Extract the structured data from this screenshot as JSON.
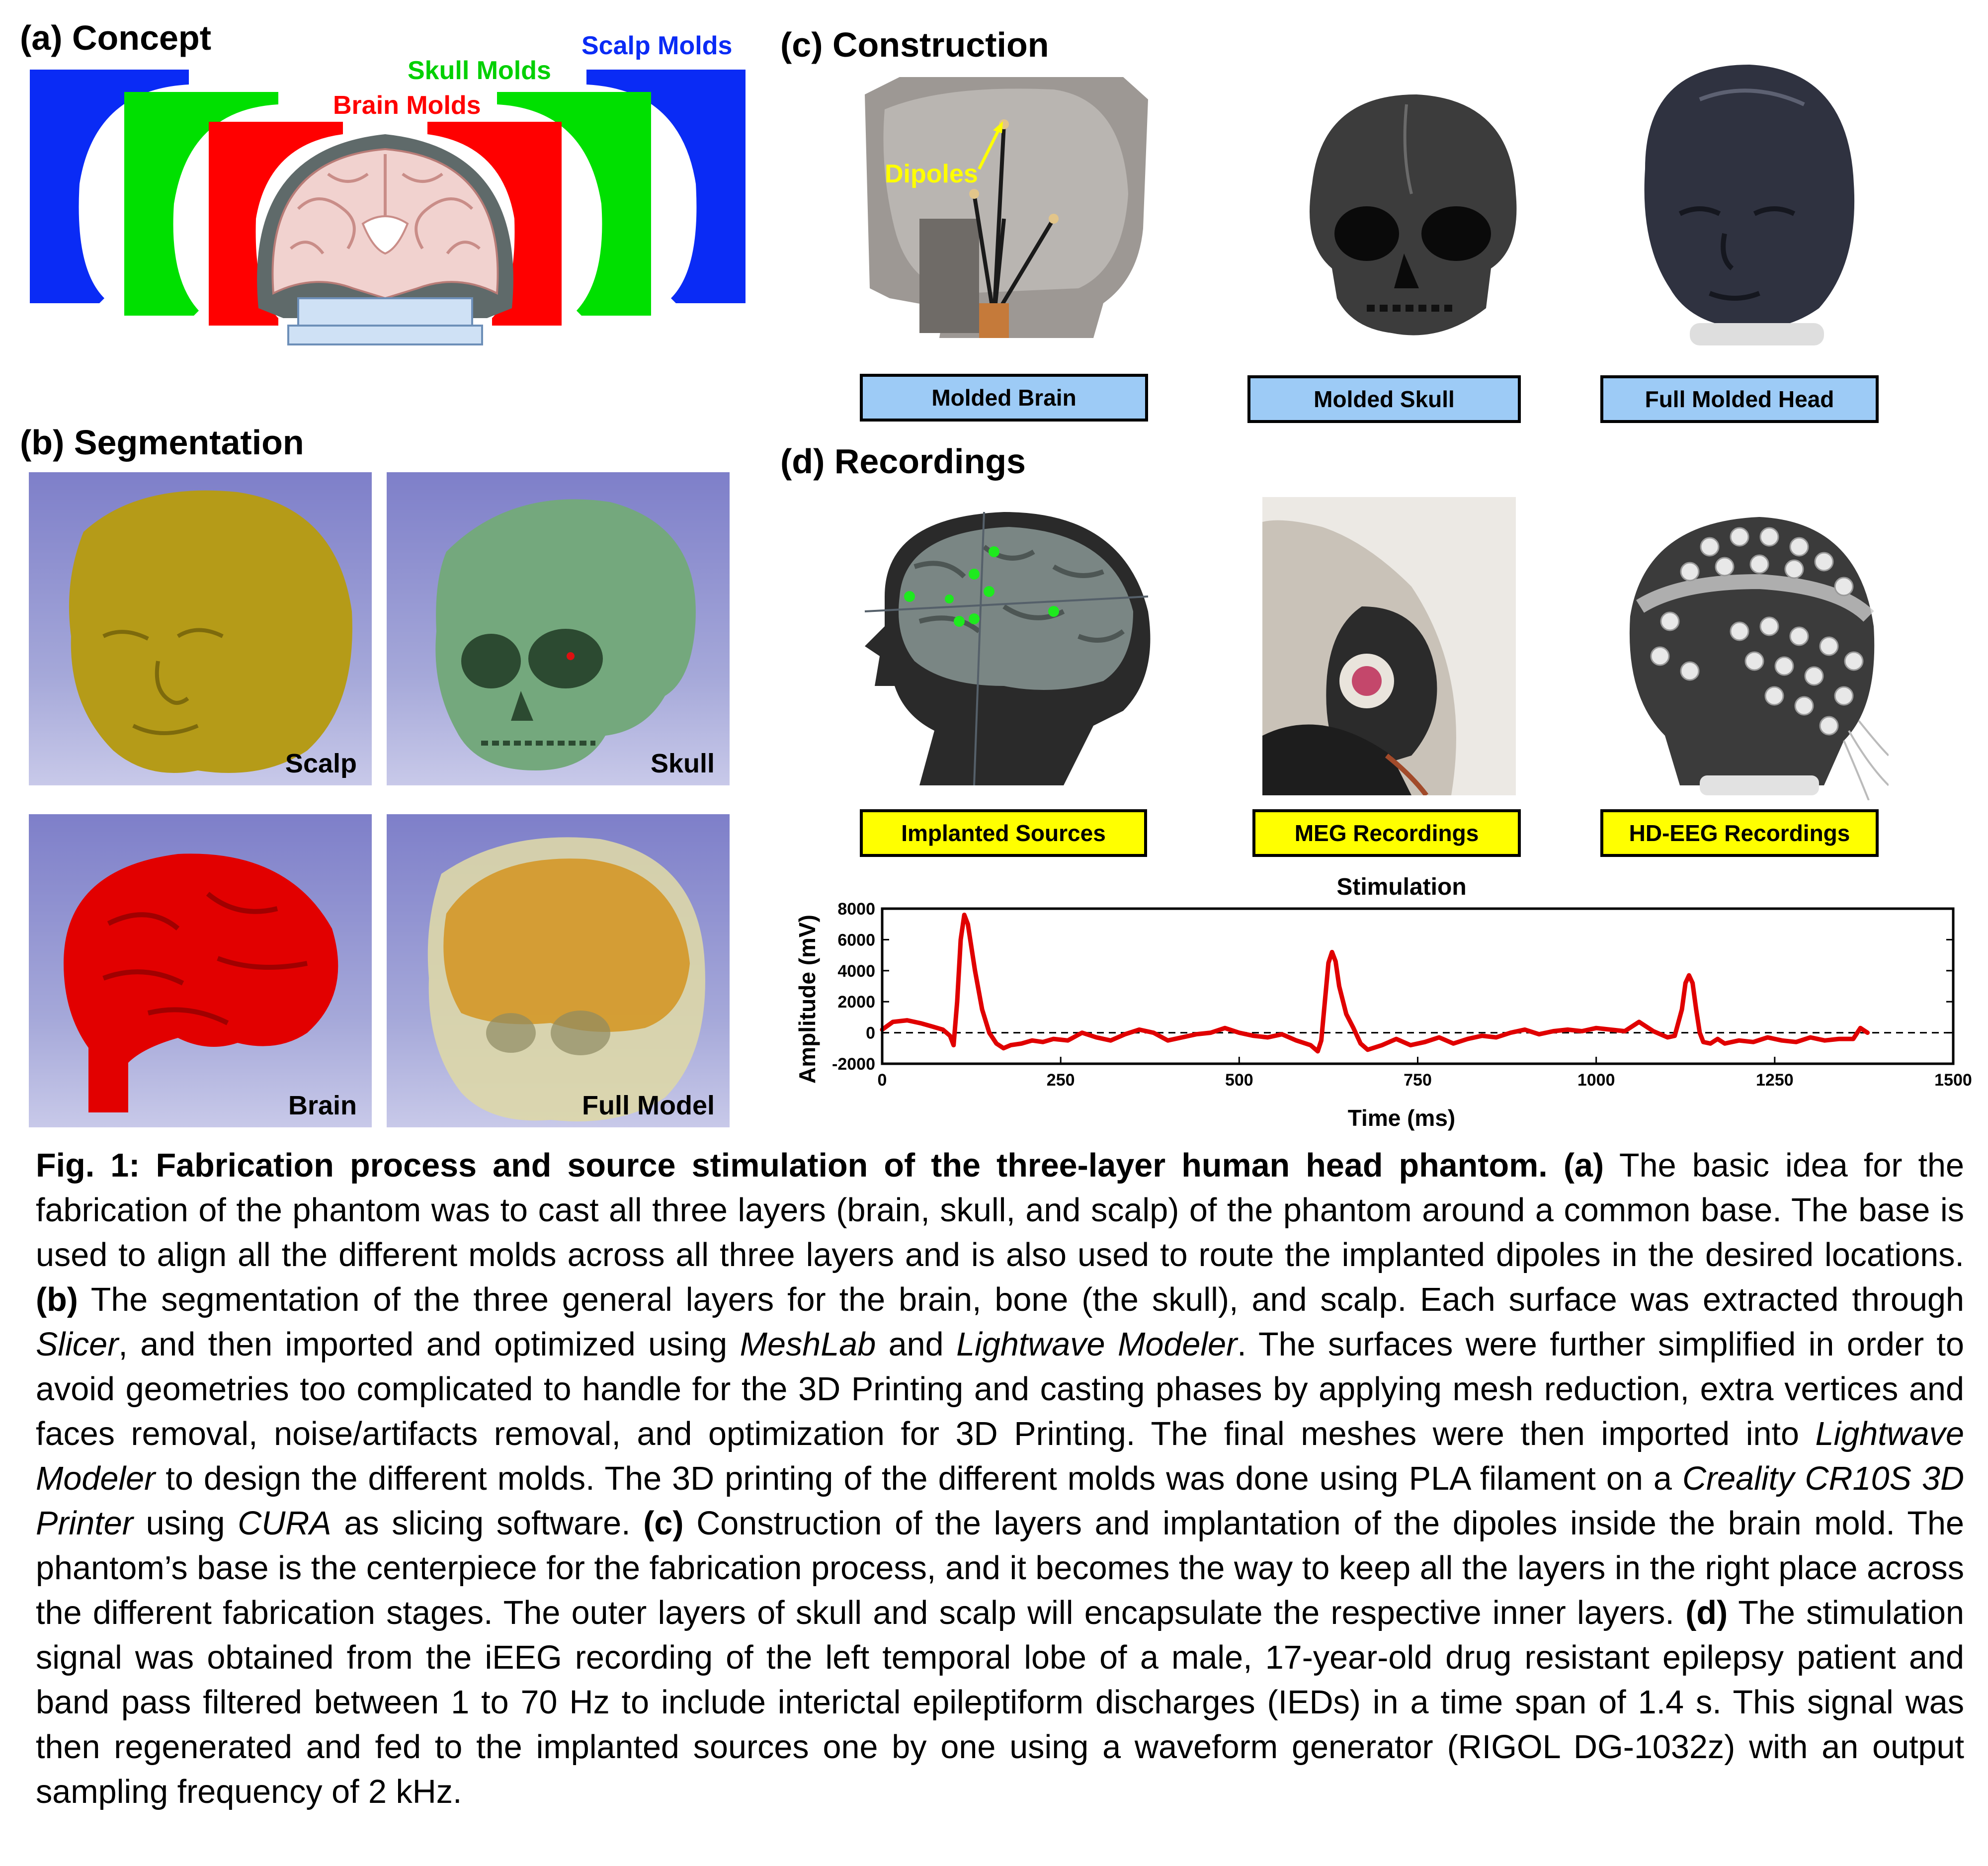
{
  "panels": {
    "a": {
      "title": "(a) Concept",
      "scalp_molds": "Scalp Molds",
      "skull_molds": "Skull Molds",
      "brain_molds": "Brain Molds"
    },
    "b": {
      "title": "(b) Segmentation",
      "scalp": "Scalp",
      "skull": "Skull",
      "brain": "Brain",
      "full_model": "Full Model"
    },
    "c": {
      "title": "(c) Construction",
      "dipoles": "Dipoles",
      "molded_brain": "Molded Brain",
      "molded_skull": "Molded Skull",
      "full_molded_head": "Full Molded Head"
    },
    "d": {
      "title": "(d) Recordings",
      "implanted_sources": "Implanted Sources",
      "meg_recordings": "MEG Recordings",
      "hd_eeg_recordings": "HD-EEG Recordings"
    }
  },
  "colors": {
    "scalp_mold": "#0a2bf5",
    "skull_mold": "#00e000",
    "brain_mold": "#ff0000",
    "label_blue": "#9dcbf6",
    "label_yellow": "#ffff00",
    "signal": "#e00000"
  },
  "chart_data": {
    "type": "line",
    "title": "Stimulation",
    "xlabel": "Time (ms)",
    "ylabel": "Amplitude (mV)",
    "xlim": [
      0,
      1500
    ],
    "ylim": [
      -2000,
      8000
    ],
    "xticks": [
      0,
      250,
      500,
      750,
      1000,
      1250,
      1500
    ],
    "yticks": [
      -2000,
      0,
      2000,
      4000,
      6000,
      8000
    ],
    "baseline": 0,
    "grid": false,
    "series": [
      {
        "x": [
          0,
          15,
          35,
          55,
          70,
          85,
          95,
          100,
          105,
          110,
          115,
          120,
          130,
          140,
          150,
          160,
          170,
          180,
          195,
          210,
          225,
          240,
          260,
          280,
          300,
          320,
          340,
          360,
          380,
          400,
          420,
          440,
          460,
          480,
          500,
          520,
          540,
          560,
          580,
          600,
          610,
          615,
          620,
          625,
          630,
          635,
          640,
          650,
          660,
          670,
          680,
          700,
          720,
          740,
          760,
          780,
          800,
          820,
          840,
          860,
          880,
          900,
          920,
          940,
          960,
          980,
          1000,
          1020,
          1040,
          1060,
          1080,
          1100,
          1110,
          1120,
          1125,
          1130,
          1135,
          1140,
          1145,
          1150,
          1160,
          1170,
          1180,
          1200,
          1220,
          1240,
          1260,
          1280,
          1300,
          1320,
          1340,
          1360,
          1370,
          1380
        ],
        "y": [
          200,
          700,
          800,
          600,
          400,
          200,
          -200,
          -800,
          2000,
          6000,
          7600,
          7000,
          4000,
          1500,
          0,
          -700,
          -1000,
          -800,
          -700,
          -500,
          -600,
          -400,
          -500,
          0,
          -300,
          -500,
          -100,
          200,
          0,
          -500,
          -300,
          -100,
          0,
          300,
          0,
          -200,
          -300,
          -100,
          -500,
          -800,
          -1200,
          -500,
          2000,
          4500,
          5200,
          4600,
          3000,
          1200,
          300,
          -700,
          -1100,
          -800,
          -400,
          -800,
          -600,
          -300,
          -700,
          -400,
          -200,
          -300,
          0,
          200,
          -100,
          100,
          200,
          100,
          300,
          200,
          100,
          700,
          100,
          -300,
          -200,
          1500,
          3200,
          3700,
          3200,
          1500,
          0,
          -600,
          -700,
          -400,
          -700,
          -500,
          -600,
          -300,
          -500,
          -600,
          -300,
          -500,
          -400,
          -400,
          300,
          0
        ]
      }
    ]
  },
  "caption": {
    "lead_bold": "Fig. 1: Fabrication process and source stimulation of the three-layer human head phantom.",
    "a_tag": "(a)",
    "a_text": "The basic idea for the fabrication of the phantom was to cast all three layers (brain, skull, and scalp) of the phantom around a common base. The base is used to align all the different molds across all three layers and is also used to route the implanted dipoles in the desired locations.",
    "b_tag": "(b)",
    "b_text1": "The segmentation of the three general layers for the brain, bone (the skull), and scalp. Each surface was extracted through",
    "slicer": "Slicer",
    "b_text2": ", and then imported and optimized using",
    "meshlab": "MeshLab",
    "and_word": "and",
    "lightwave1": "Lightwave Modeler",
    "b_text3": ". The surfaces were further simplified in order to avoid geometries too complicated to handle for the 3D Printing and casting phases by applying mesh reduction, extra vertices and faces removal, noise/artifacts removal, and optimization for 3D Printing. The final meshes were then imported into",
    "lightwave2": "Lightwave Modeler",
    "b_text4": "to design the different molds. The 3D printing of the different molds was done using PLA filament on a",
    "printer": "Creality CR10S 3D Printer",
    "using_word": "using",
    "cura": "CURA",
    "b_text5": "as slicing software.",
    "c_tag": "(c)",
    "c_text": "Construction of the layers and implantation of the dipoles inside the brain mold. The phantom’s base is the centerpiece for the fabrication process, and it becomes the way to keep all the layers in the right place across the different fabrication stages. The outer layers of skull and scalp will encapsulate the respective inner layers.",
    "d_tag": "(d)",
    "d_text": "The stimulation signal was obtained from the iEEG recording of the left temporal lobe of a male, 17-year-old drug resistant epilepsy patient and band pass filtered between 1 to 70 Hz to include interictal epileptiform discharges (IEDs) in a time span of 1.4 s. This signal was then regenerated and fed to the implanted sources one by one using a waveform generator (RIGOL DG-1032z) with an output sampling frequency of 2 kHz."
  }
}
